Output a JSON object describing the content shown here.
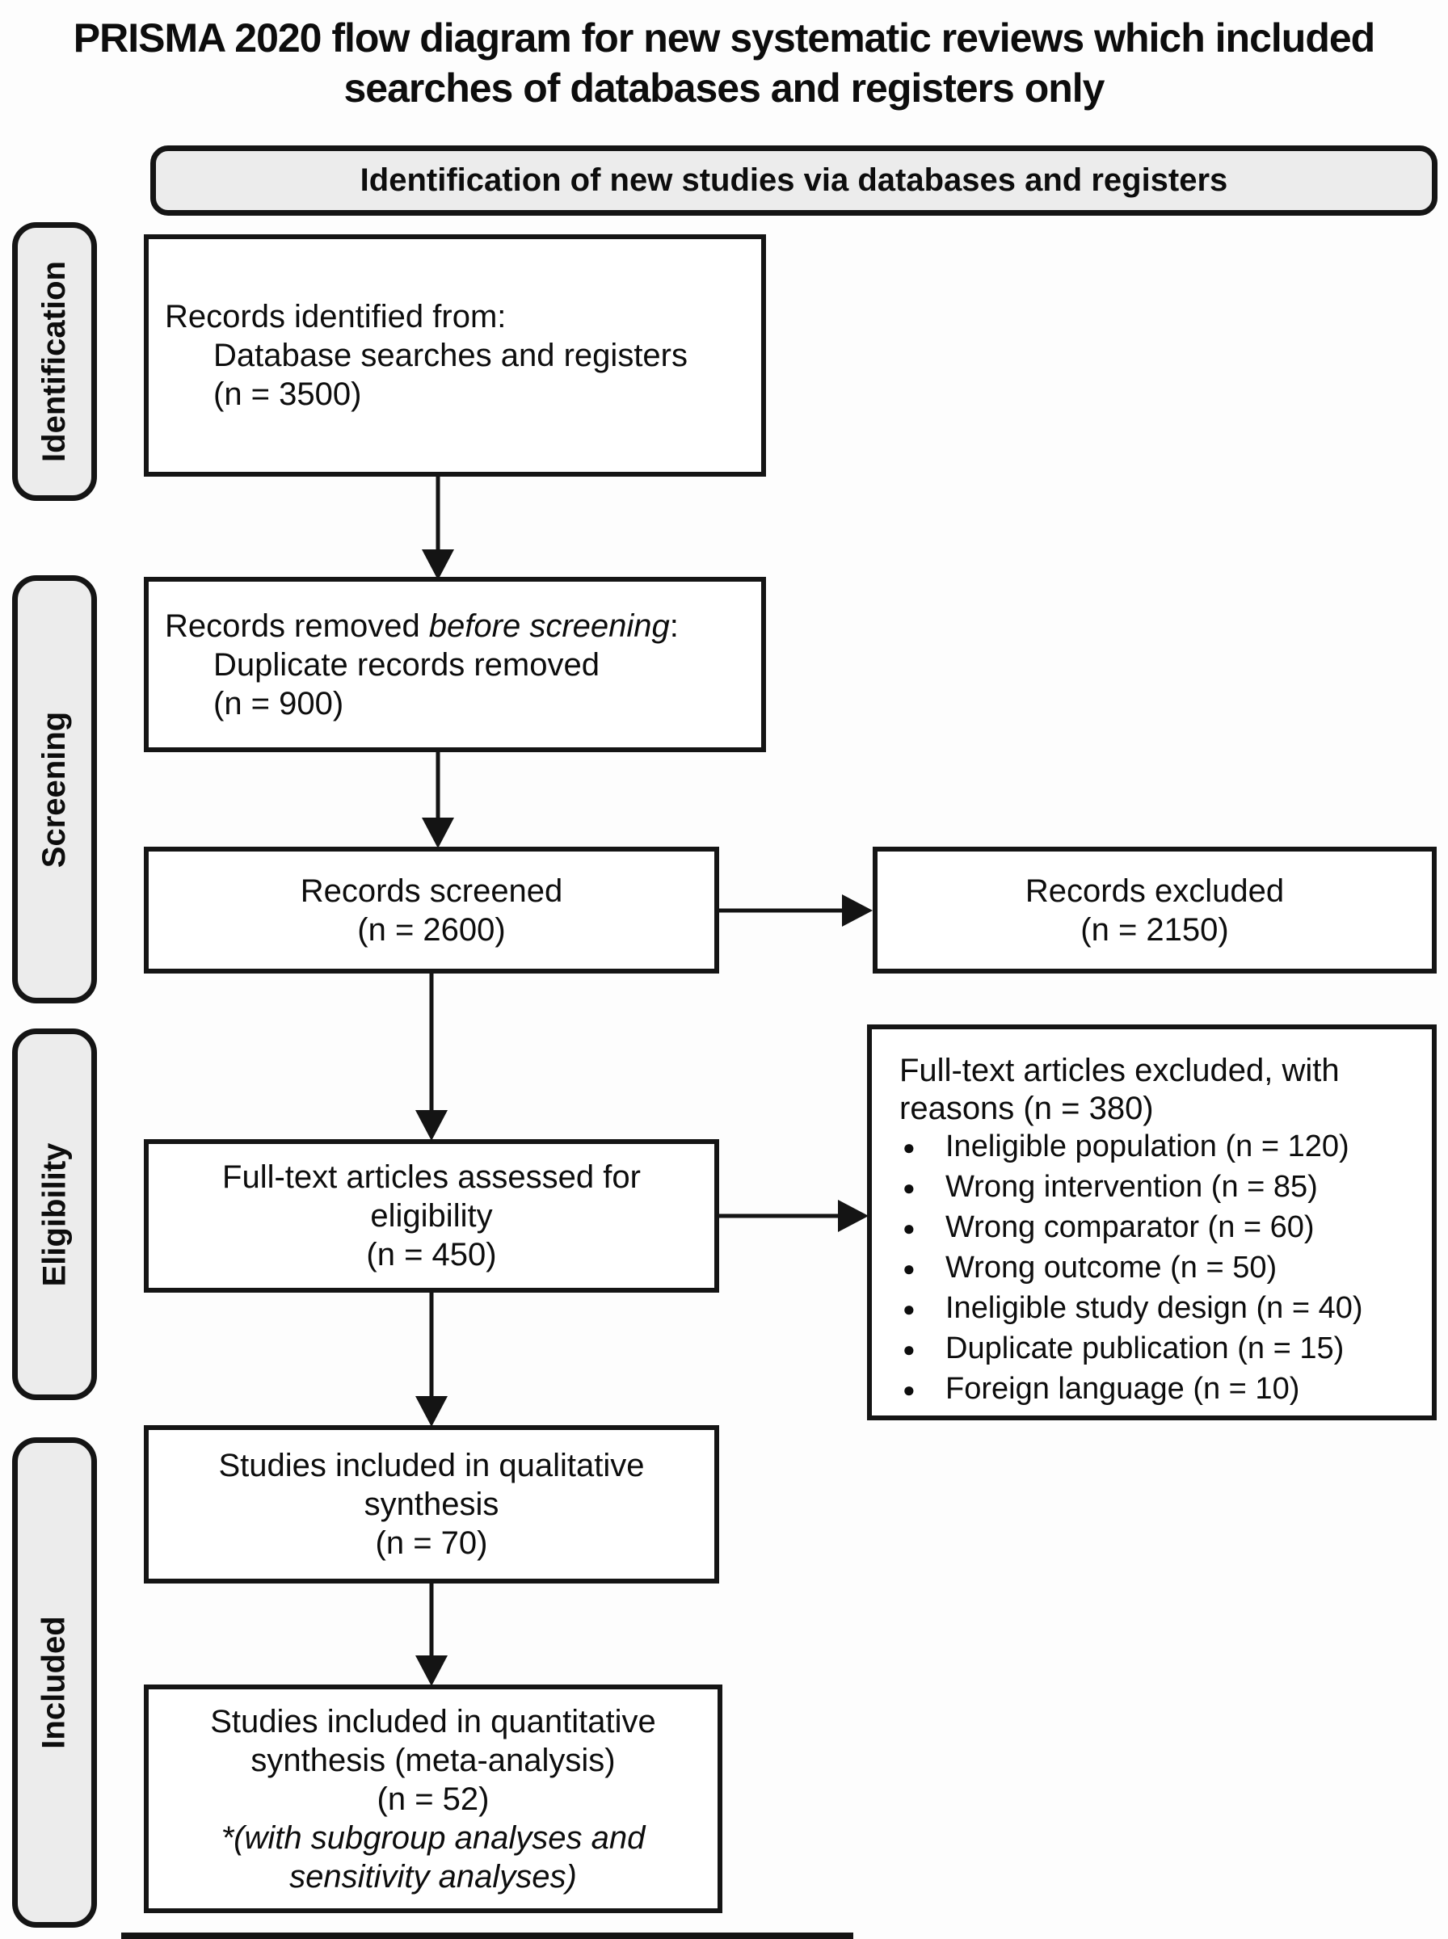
{
  "title": {
    "line1": "PRISMA 2020 flow diagram for new systematic reviews which included",
    "line2": "searches of databases and registers only"
  },
  "banner": {
    "label": "Identification of new studies via databases and registers"
  },
  "sidebar": {
    "identification": "Identification",
    "screening": "Screening",
    "eligibility": "Eligibility",
    "included": "Included"
  },
  "boxes": {
    "identified": {
      "line1": "Records identified from:",
      "line2": "Database searches and registers",
      "line3": "(n = 3500)"
    },
    "removed": {
      "prefix": "Records removed ",
      "italic": "before screening",
      "suffix": ":",
      "line2": "Duplicate records removed",
      "line3": "(n = 900)"
    },
    "screened": {
      "line1": "Records screened",
      "line2": "(n = 2600)"
    },
    "excluded": {
      "line1": "Records excluded",
      "line2": "(n = 2150)"
    },
    "assessed": {
      "line1": "Full-text articles assessed for",
      "line2": "eligibility",
      "line3": "(n = 450)"
    },
    "reasons": {
      "header1": "Full-text articles excluded, with",
      "header2": "reasons (n = 380)",
      "items": [
        "Ineligible population (n = 120)",
        "Wrong intervention (n = 85)",
        "Wrong comparator (n = 60)",
        "Wrong outcome (n = 50)",
        "Ineligible study design (n = 40)",
        "Duplicate publication (n = 15)",
        "Foreign language (n = 10)"
      ]
    },
    "qualitative": {
      "line1": "Studies included in qualitative",
      "line2": "synthesis",
      "line3": "(n = 70)"
    },
    "quantitative": {
      "line1": "Studies included in quantitative",
      "line2": "synthesis (meta-analysis)",
      "line3": "(n = 52)",
      "line4": "*(with subgroup analyses and",
      "line5": "sensitivity analyses)"
    }
  },
  "colors": {
    "border": "#151515",
    "tab_fill": "#ececec",
    "box_fill": "#ffffff",
    "background": "#fdfdfd",
    "text": "#0d0d0d"
  }
}
